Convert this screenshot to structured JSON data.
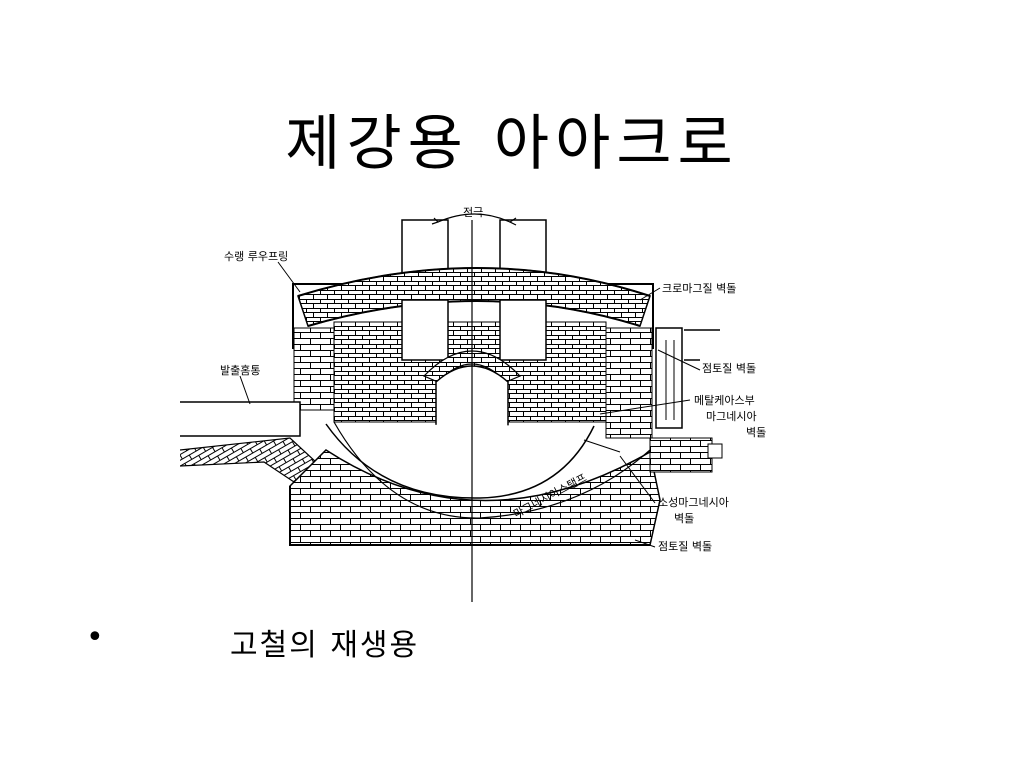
{
  "slide": {
    "title": "제강용 아아크로",
    "bullet_symbol": "•",
    "bullet_text": "고철의 재생용"
  },
  "diagram": {
    "labels": {
      "electrode": "전극",
      "roof_ring": "수랭 루우프링",
      "chrome_magnesia": "크로마그질 벽돌",
      "tap_spout": "발출홈통",
      "fireclay_upper": "점토질 벽돌",
      "metalcase_line1": "메탈케아스부",
      "metalcase_line2": "마그네시아",
      "metalcase_line3": "벽돌",
      "magnesia_stamp": "마그네시아스탬프",
      "fired_magnesia_line1": "소성마그네시아",
      "fired_magnesia_line2": "벽돌",
      "fireclay_lower": "점토질 벽돌"
    }
  }
}
